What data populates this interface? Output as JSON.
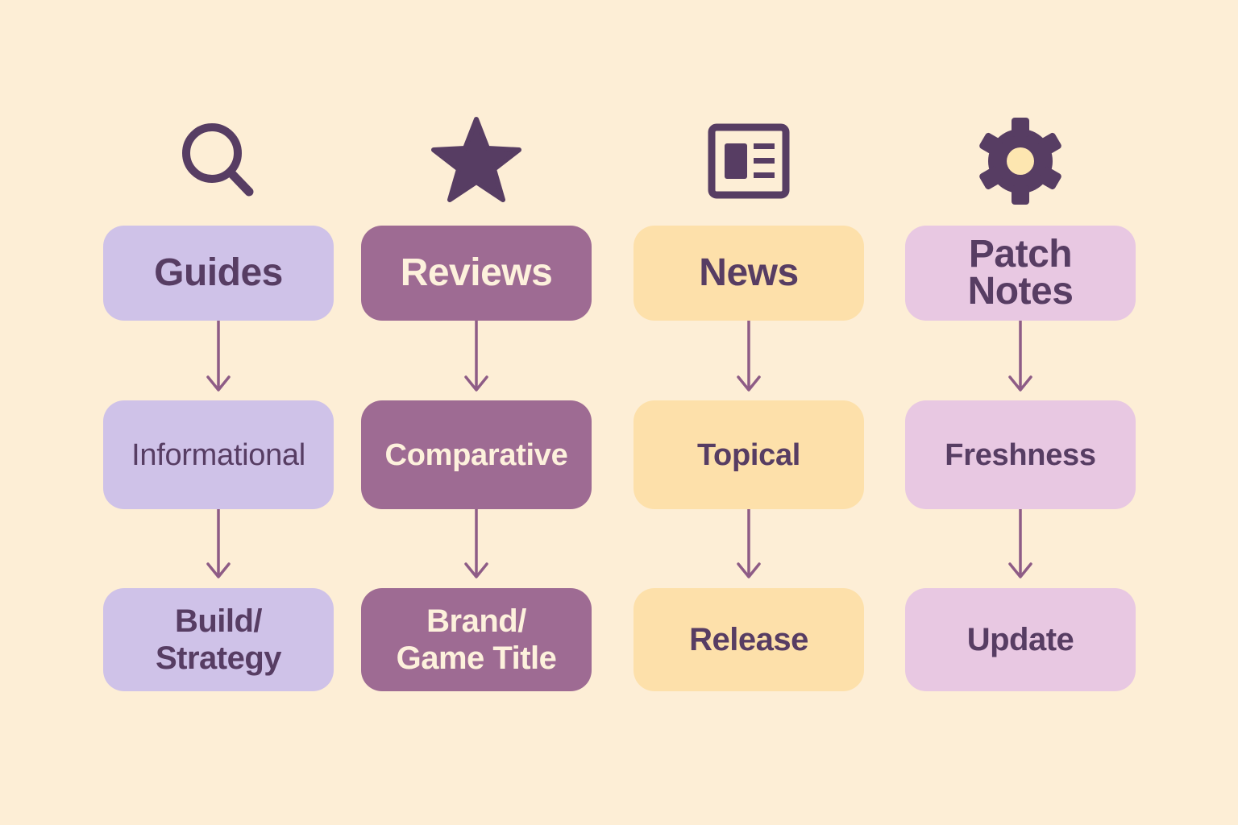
{
  "colors": {
    "background": "#fdeed6",
    "icon": "#573d63",
    "arrow": "#8e5c86",
    "dark_text": "#573d63",
    "light_text": "#fdf1dc"
  },
  "columns": [
    {
      "id": "guides",
      "icon": "search-icon",
      "category": "Guides",
      "intent": "Informational",
      "keyword_type": "Build/\nStrategy",
      "fill": "#cfc2e8"
    },
    {
      "id": "reviews",
      "icon": "star-icon",
      "category": "Reviews",
      "intent": "Comparative",
      "keyword_type": "Brand/\nGame Title",
      "fill": "#9e6b93"
    },
    {
      "id": "news",
      "icon": "newspaper-icon",
      "category": "News",
      "intent": "Topical",
      "keyword_type": "Release",
      "fill": "#fde0aa"
    },
    {
      "id": "patch-notes",
      "icon": "gear-icon",
      "category": "Patch\nNotes",
      "intent": "Freshness",
      "keyword_type": "Update",
      "fill": "#e8c8e2"
    }
  ]
}
